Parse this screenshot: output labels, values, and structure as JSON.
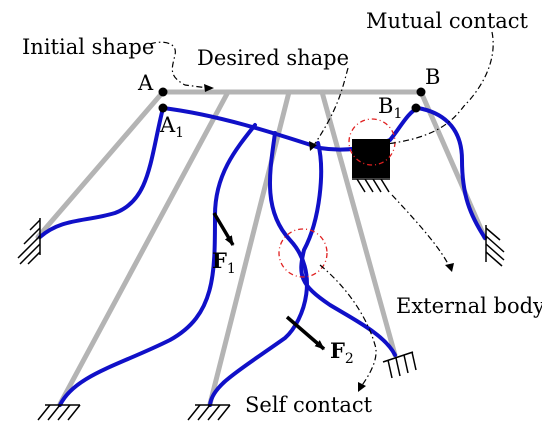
{
  "labels": {
    "initial_shape": "Initial shape",
    "desired_shape": "Desired shape",
    "mutual_contact": "Mutual contact",
    "external_body": "External body",
    "self_contact": "Self contact",
    "point_a": "A",
    "point_b": "B",
    "point_a1": "A",
    "point_a1_sub": "1",
    "point_b1": "B",
    "point_b1_sub": "1",
    "force_f1": "F",
    "force_f1_sub": "1",
    "force_f2": "F",
    "force_f2_sub": "2"
  },
  "colors": {
    "initial": "#b4b4b4",
    "deformed": "#1010c8",
    "contact_circle": "#e02020",
    "ink": "#000000",
    "external_body": "#000000"
  }
}
